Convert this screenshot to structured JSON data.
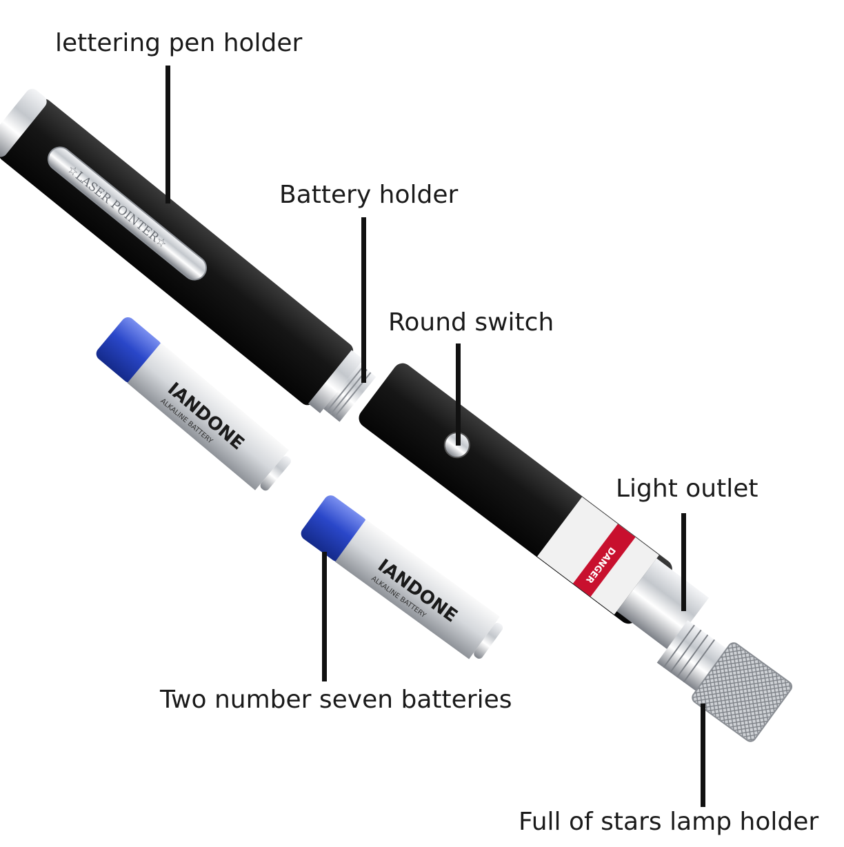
{
  "labels": {
    "lettering_pen_holder": "lettering pen holder",
    "battery_holder": "Battery holder",
    "round_switch": "Round switch",
    "light_outlet": "Light outlet",
    "two_batteries": "Two number seven batteries",
    "lamp_holder": "Full of stars lamp holder"
  },
  "engravings": {
    "pen_clip": "☆LASER POINTER☆",
    "battery_brand": "IANDONE",
    "battery_type": "ALKALINE BATTERY",
    "warning": "DANGER"
  },
  "colors": {
    "pen_body": "#141414",
    "chrome": "#c9ccd1",
    "battery_blue": "#2a47c9",
    "warning_red": "#c8102e"
  }
}
